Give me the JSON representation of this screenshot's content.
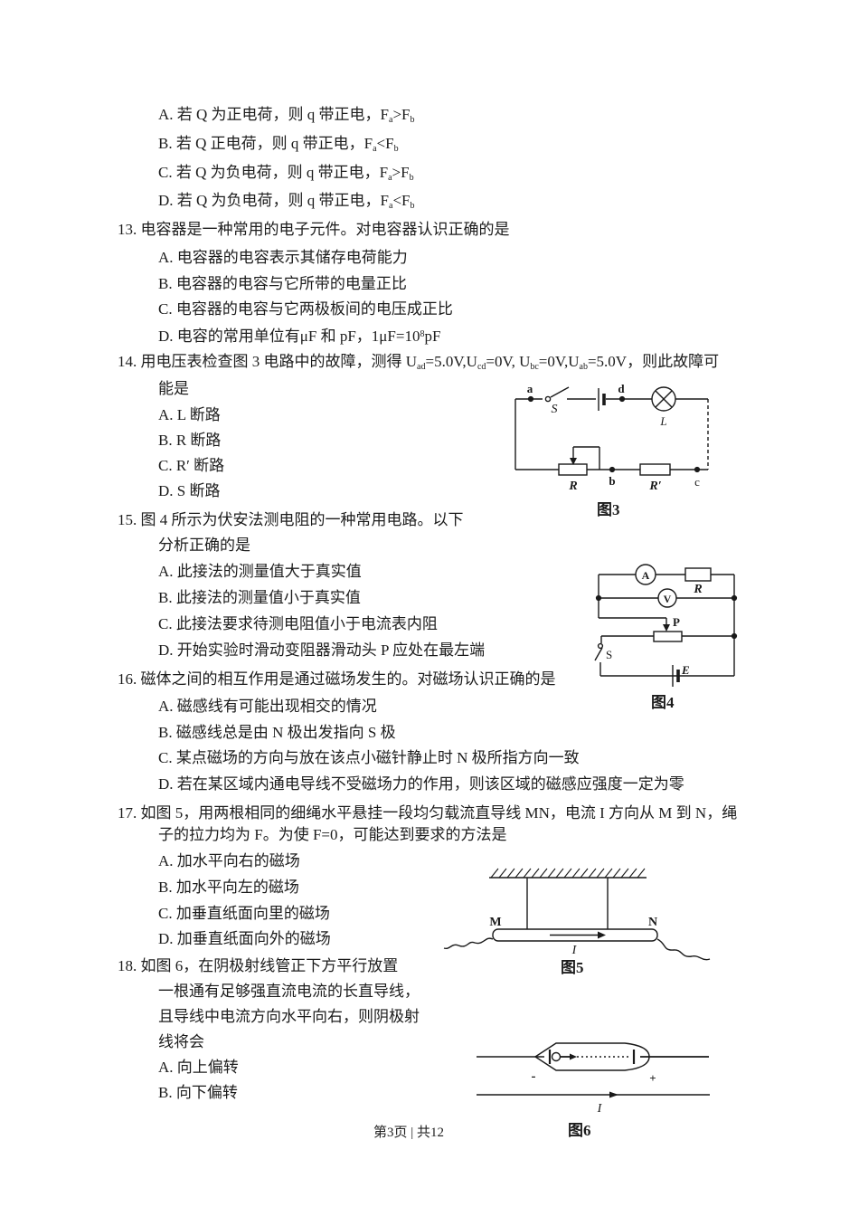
{
  "footer": {
    "text": "第3页 | 共12"
  },
  "q12": {
    "a": [
      {
        "t": "A. 若 Q 为正电荷，则 q 带正电，F"
      },
      {
        "sub": "a"
      },
      {
        "t": ">F"
      },
      {
        "sub": "b"
      }
    ],
    "b": [
      {
        "t": "B. 若 Q 正电荷，则 q 带正电，F"
      },
      {
        "sub": "a"
      },
      {
        "t": "<F"
      },
      {
        "sub": "b"
      }
    ],
    "c": [
      {
        "t": "C. 若 Q 为负电荷，则 q 带正电，F"
      },
      {
        "sub": "a"
      },
      {
        "t": ">F"
      },
      {
        "sub": "b"
      }
    ],
    "d": [
      {
        "t": "D. 若 Q 为负电荷，则 q 带正电，F"
      },
      {
        "sub": "a"
      },
      {
        "t": "<F"
      },
      {
        "sub": "b"
      }
    ]
  },
  "q13": {
    "stem": [
      {
        "t": "13. 电容器是一种常用的电子元件。对电容器认识正确的是"
      }
    ],
    "a": [
      {
        "t": "A. 电容器的电容表示其储存电荷能力"
      }
    ],
    "b": [
      {
        "t": "B. 电容器的电容与它所带的电量正比"
      }
    ],
    "c": [
      {
        "t": "C. 电容器的电容与它两极板间的电压成正比"
      }
    ],
    "d": [
      {
        "t": "D. 电容的常用单位有μF 和 pF，1μF=10"
      },
      {
        "sup": "8"
      },
      {
        "t": "pF"
      }
    ]
  },
  "q14": {
    "line1": [
      {
        "t": "14. 用电压表检查图 3 电路中的故障，测得 U"
      },
      {
        "sub": "ad"
      },
      {
        "t": "=5.0V,U"
      },
      {
        "sub": "cd"
      },
      {
        "t": "=0V, U"
      },
      {
        "sub": "bc"
      },
      {
        "t": "=0V,U"
      },
      {
        "sub": "ab"
      },
      {
        "t": "=5.0V，则此故障可"
      }
    ],
    "line2": [
      {
        "t": "能是"
      }
    ],
    "a": [
      {
        "t": "A. L 断路"
      }
    ],
    "b": [
      {
        "t": "B. R 断路"
      }
    ],
    "c": [
      {
        "t": "C. R′ 断路"
      }
    ],
    "d": [
      {
        "t": "D. S 断路"
      }
    ]
  },
  "q15": {
    "line1": [
      {
        "t": "15. 图 4 所示为伏安法测电阻的一种常用电路。以下"
      }
    ],
    "line2": [
      {
        "t": "分析正确的是"
      }
    ],
    "a": [
      {
        "t": "A. 此接法的测量值大于真实值"
      }
    ],
    "b": [
      {
        "t": "B. 此接法的测量值小于真实值"
      }
    ],
    "c": [
      {
        "t": "C. 此接法要求待测电阻值小于电流表内阻"
      }
    ],
    "d": [
      {
        "t": "D. 开始实验时滑动变阻器滑动头 P 应处在最左端"
      }
    ]
  },
  "q16": {
    "line1": [
      {
        "t": "16. 磁体之间的相互作用是通过磁场发生的。对磁场认识正确的是"
      }
    ],
    "a": [
      {
        "t": "A. 磁感线有可能出现相交的情况"
      }
    ],
    "b": [
      {
        "t": "B. 磁感线总是由 N 极出发指向 S 极"
      }
    ],
    "c": [
      {
        "t": "C. 某点磁场的方向与放在该点小磁针静止时 N 极所指方向一致"
      }
    ],
    "d": [
      {
        "t": "D. 若在某区域内通电导线不受磁场力的作用，则该区域的磁感应强度一定为零"
      }
    ]
  },
  "q17": {
    "line1": [
      {
        "t": "17. 如图 5，用两根相同的细绳水平悬挂一段均匀载流直导线 MN，电流 I 方向从 M 到 N，绳"
      }
    ],
    "line2": [
      {
        "t": "子的拉力均为 F。为使 F=0，可能达到要求的方法是"
      }
    ],
    "a": [
      {
        "t": "A. 加水平向右的磁场"
      }
    ],
    "b": [
      {
        "t": "B. 加水平向左的磁场"
      }
    ],
    "c": [
      {
        "t": "C. 加垂直纸面向里的磁场"
      }
    ],
    "d": [
      {
        "t": "D. 加垂直纸面向外的磁场"
      }
    ]
  },
  "q18": {
    "line1": [
      {
        "t": "18. 如图 6，在阴极射线管正下方平行放置"
      }
    ],
    "line2": [
      {
        "t": "一根通有足够强直流电流的长直导线，"
      }
    ],
    "line3": [
      {
        "t": "且导线中电流方向水平向右，则阴极射"
      }
    ],
    "line4": [
      {
        "t": "线将会"
      }
    ],
    "a": [
      {
        "t": "A. 向上偏转"
      }
    ],
    "b": [
      {
        "t": "B. 向下偏转"
      }
    ]
  },
  "fig3": {
    "caption": "图3",
    "a": "a",
    "s": "S",
    "d": "d",
    "l": "L",
    "r": "R",
    "b": "b",
    "r2": "R′",
    "c": "c"
  },
  "fig4": {
    "caption": "图4",
    "am": "A",
    "vm": "V",
    "r": "R",
    "p": "P",
    "s": "S",
    "e": "E"
  },
  "fig5": {
    "caption": "图5",
    "m": "M",
    "n": "N",
    "i": "I"
  },
  "fig6": {
    "caption": "图6",
    "minus": "-",
    "plus": "+",
    "i": "I"
  }
}
